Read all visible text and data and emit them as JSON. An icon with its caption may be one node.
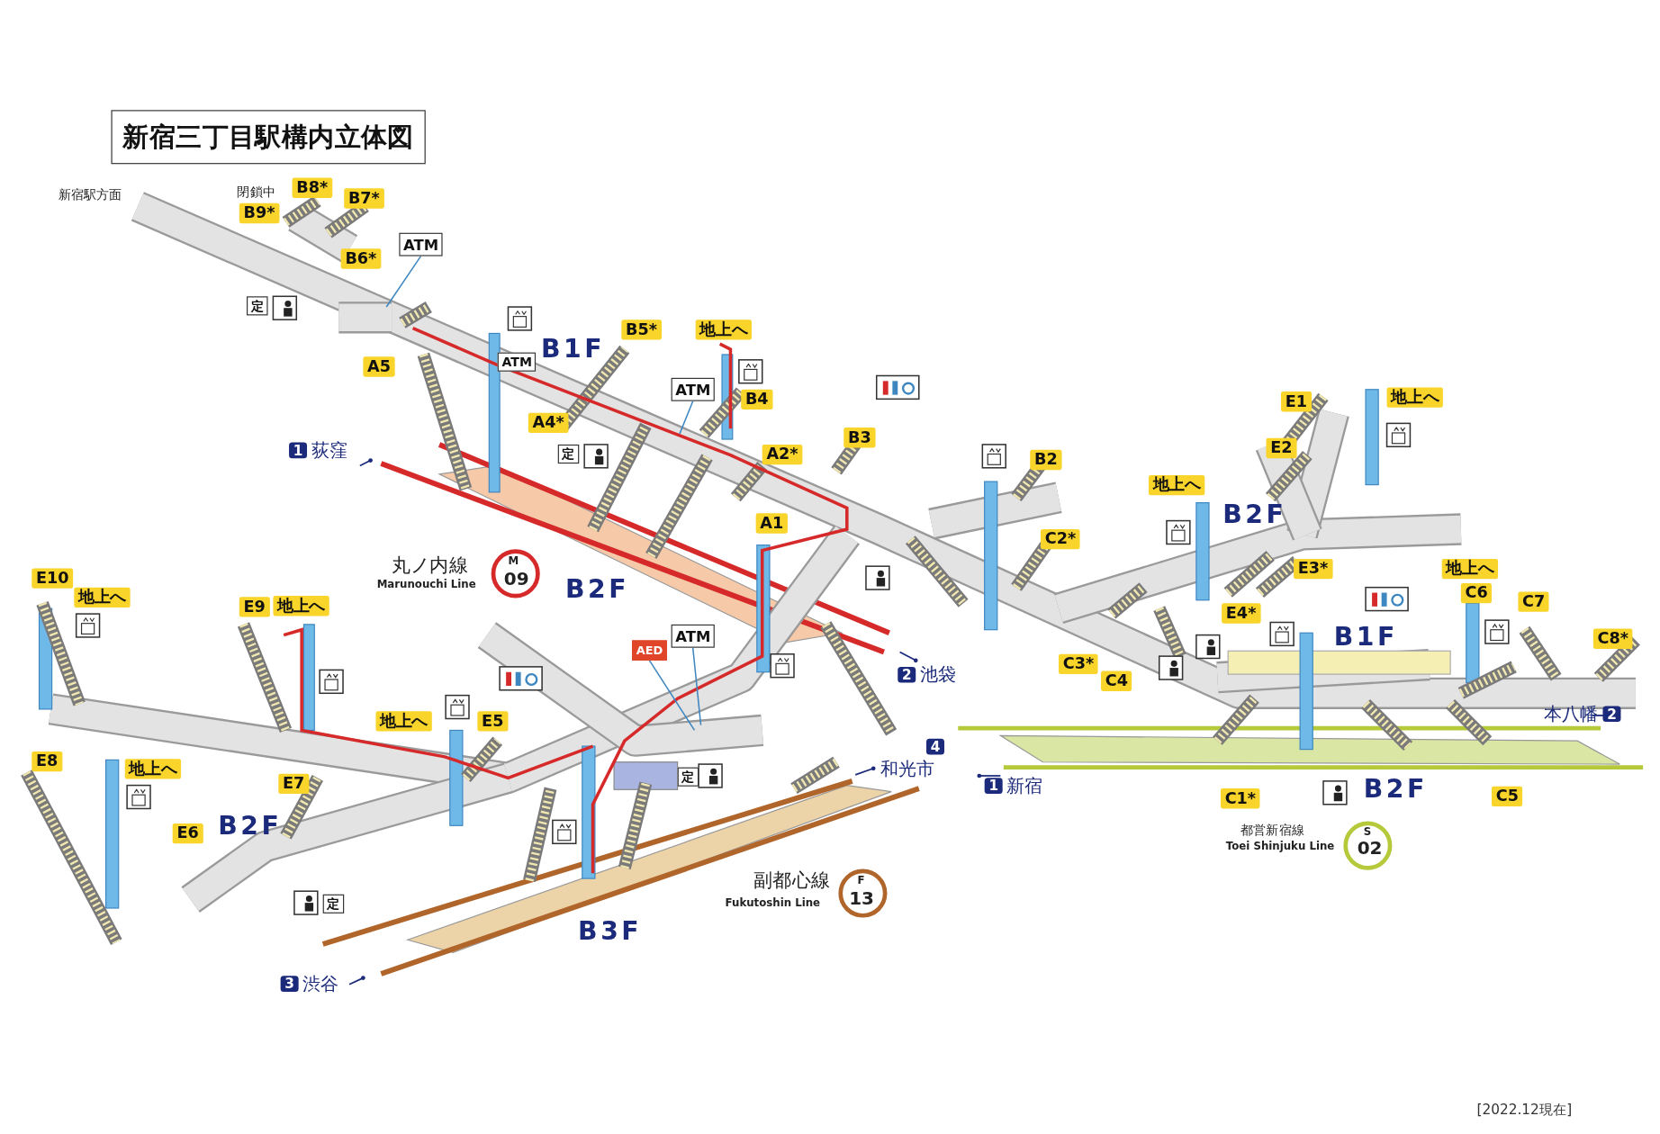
{
  "diagram": {
    "title": "新宿三丁目駅構内立体図",
    "nodes": [
      {
        "text": [
          "ATM"
        ]
      },
      {
        "text": [
          "ATM"
        ]
      },
      {
        "text": [
          "AED"
        ]
      },
      {
        "text": [
          "ATM"
        ]
      }
    ],
    "edges": [
      {
        "from": 0,
        "to": null,
        "arrow": "none"
      },
      {
        "from": 1,
        "to": null,
        "arrow": "none"
      },
      {
        "from": 2,
        "to": null,
        "arrow": "none"
      },
      {
        "from": 3,
        "to": null,
        "arrow": "none"
      }
    ],
    "labels": [
      "新宿駅方面",
      "閉鎖中",
      "B8*",
      "B7*",
      "B9*",
      "B6*",
      "定",
      "A5",
      "B1F",
      "ATM",
      "B5*",
      "地上へ",
      "B4",
      "A4*",
      "1",
      "荻窪",
      "定",
      "A2*",
      "B3",
      "A1",
      "B2",
      "E1",
      "地上へ",
      "E2",
      "地上へ",
      "B2F",
      "丸ノ内線",
      "Marunouchi Line",
      "M",
      "09",
      "B2F",
      "C2*",
      "E3*",
      "地上へ",
      "E4*",
      "C6",
      "C7",
      "C8*",
      "B1F",
      "E10",
      "地上へ",
      "E9",
      "地上へ",
      "C3*",
      "C4",
      "2",
      "池袋",
      "地上へ",
      "E5",
      "本八幡",
      "2",
      "E8",
      "地上へ",
      "E7",
      "定",
      "4",
      "和光市",
      "1",
      "新宿",
      "E6",
      "B2F",
      "B2F",
      "C1*",
      "C5",
      "都営新宿線",
      "Toei Shinjuku Line",
      "S",
      "02",
      "副都心線",
      "Fukutoshin Line",
      "F",
      "13",
      "定",
      "B3F",
      "3",
      "渋谷",
      "[2022.12現在]"
    ]
  }
}
